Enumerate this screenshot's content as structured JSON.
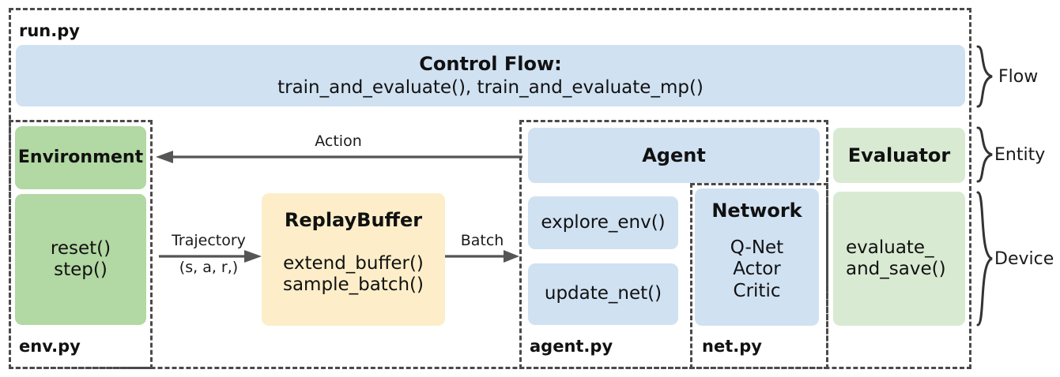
{
  "diagram": {
    "outer_container": {
      "file_label": "run.py"
    },
    "control_flow": {
      "title": "Control Flow:",
      "functions": "train_and_evaluate(),  train_and_evaluate_mp()"
    },
    "env_container": {
      "file_label": "env.py"
    },
    "environment": {
      "title": "Environment",
      "methods_line1": "reset()",
      "methods_line2": "step()"
    },
    "replay_buffer": {
      "title": "ReplayBuffer",
      "methods_line1": "extend_buffer()",
      "methods_line2": "sample_batch()"
    },
    "agent_container": {
      "file_label": "agent.py"
    },
    "agent": {
      "title": "Agent",
      "explore": "explore_env()",
      "update": "update_net()"
    },
    "net_container": {
      "file_label": "net.py"
    },
    "network": {
      "title": "Network",
      "items_line1": "Q-Net",
      "items_line2": "Actor",
      "items_line3": "Critic"
    },
    "evaluator": {
      "title": "Evaluator",
      "method_line1": "evaluate_",
      "method_line2": "and_save()"
    },
    "arrows": {
      "action": "Action",
      "trajectory_line1": "Trajectory",
      "trajectory_line2": "(s, a, r,)",
      "batch": "Batch"
    },
    "braces": {
      "flow": "Flow",
      "entity": "Entity",
      "device": "Device"
    },
    "colors": {
      "blue": "#d0e1f2",
      "green_dark": "#b2d8a3",
      "green_light": "#d9ead2",
      "cream": "#fdeec9",
      "dash_border": "#4a4a4a",
      "arrow": "#555555",
      "text": "#111111",
      "background": "#ffffff"
    }
  }
}
